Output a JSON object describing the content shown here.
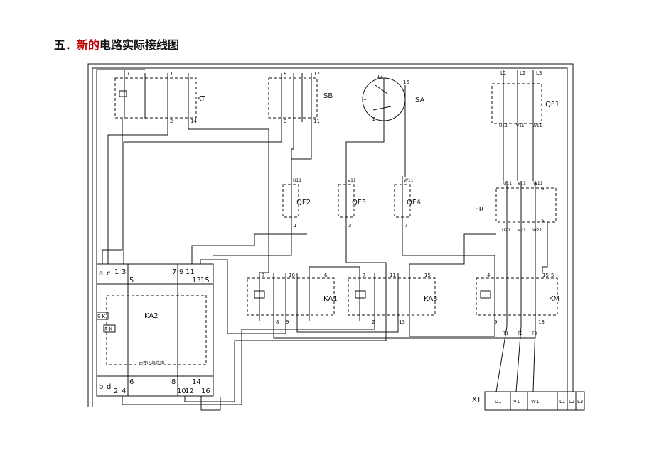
{
  "heading": {
    "prefix": "五．",
    "highlight": "新的",
    "rest": "电路实际接线图"
  },
  "colors": {
    "accent": "#c00000",
    "ink": "#111111"
  },
  "components": {
    "kt": "KT",
    "sb": "SB",
    "sa": "SA",
    "qf1": "QF1",
    "qf2": "QF2",
    "qf3": "QF3",
    "qf4": "QF4",
    "fr": "FR",
    "ka1": "KA1",
    "ka2": "KA2",
    "ka3": "KA3",
    "km": "KM",
    "xt": "XT"
  },
  "ka2_note": "元件内部连线",
  "ka2_labels": {
    "sk": "S K",
    "pk": "P K"
  },
  "ka2_top_terminals": [
    "a",
    "c",
    "1",
    "3",
    "5",
    "7",
    "9",
    "11",
    "13",
    "15"
  ],
  "ka2_bottom_terminals": [
    "b",
    "d",
    "2",
    "4",
    "6",
    "8",
    "10",
    "12",
    "14",
    "16"
  ],
  "xt_terminals": [
    "U1",
    "V1",
    "W1",
    "L1",
    "L2",
    "L3"
  ],
  "qf1_in": [
    "L1",
    "L2",
    "L3"
  ],
  "qf1_out": [
    "U11",
    "V11",
    "W11"
  ],
  "fr_in": [
    "U11",
    "V11",
    "W11"
  ],
  "fr_out": [
    "U21",
    "V21",
    "W21"
  ],
  "km_in": [
    "U21",
    "V21",
    "W21"
  ],
  "km_out": [
    "T1",
    "T2",
    "T3"
  ],
  "qf_small_in": [
    "U11",
    "V11",
    "W11"
  ],
  "numbers": {
    "n1": "1",
    "n2": "2",
    "n3": "3",
    "n4": "4",
    "n5": "5",
    "n6": "6",
    "n7": "7",
    "n8": "8",
    "n9": "9",
    "n10": "10",
    "n11": "11",
    "n12": "12",
    "n13": "13",
    "n14": "14",
    "n15": "15"
  }
}
